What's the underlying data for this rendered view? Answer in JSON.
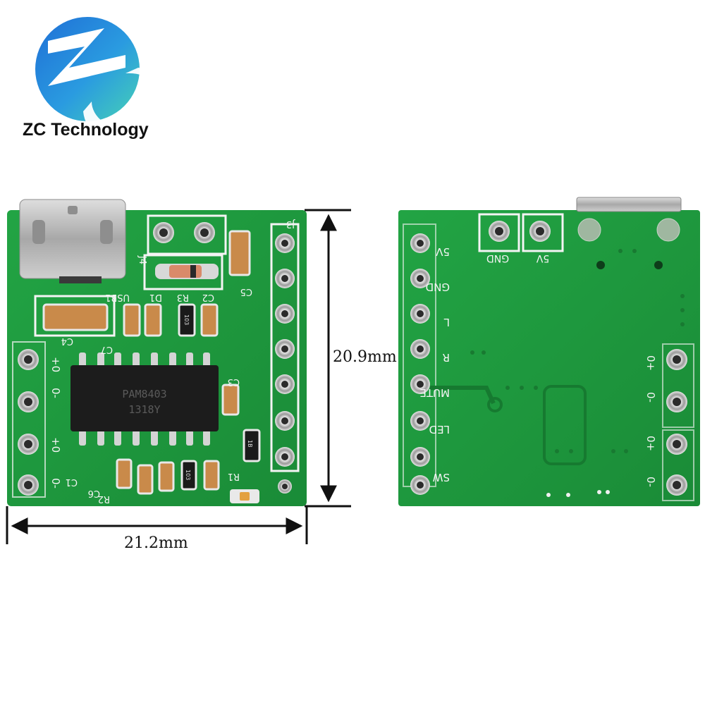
{
  "brand": {
    "name": "ZC Technology",
    "logo_colors": {
      "blue": "#1f7fd9",
      "teal": "#3fc3b9"
    }
  },
  "dimensions": {
    "width": "21.2mm",
    "height": "20.9mm"
  },
  "front_board": {
    "chip": {
      "line1": "PAM8403",
      "line2": "1318Y"
    },
    "silkscreen": {
      "usb": "USB1",
      "d1": "D1",
      "r3": "R3",
      "c2": "C2",
      "c5": "C5",
      "j4": "J4",
      "j3": "J3",
      "c3": "C3",
      "c1": "C1",
      "c4": "C4",
      "c6": "C6",
      "c7": "C7",
      "r1": "R1",
      "r2": "R2",
      "r103": "103",
      "r1b": "1B",
      "r103b": "103"
    },
    "speaker_labels": [
      "+0",
      "0-",
      "+0",
      "0-"
    ]
  },
  "back_board": {
    "pin_labels": [
      "5V",
      "GND",
      "L",
      "R",
      "MUTE",
      "LED",
      "SW"
    ],
    "top_labels": [
      "GND",
      "5V"
    ],
    "speaker_labels": [
      "0+",
      "0-",
      "0+",
      "0-"
    ]
  },
  "colors": {
    "pcb_green": "#1f9a3d",
    "pcb_dark": "#157a2d",
    "silk": "#f4f4f4",
    "chip": "#1c1c1c",
    "metal": "#b8b8b8"
  }
}
